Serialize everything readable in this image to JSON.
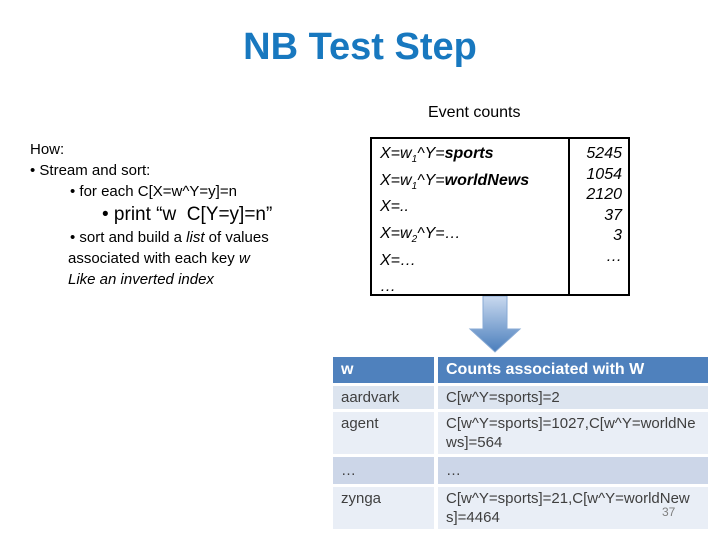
{
  "colors": {
    "title_blue": "#1878bf",
    "header_blue": "#4f81bd",
    "band_a": "#dce4ef",
    "band_b": "#e9eef6",
    "band_c": "#ccd6e8",
    "arrow_light": "#c9d9ef",
    "arrow_dark": "#4a7ebc"
  },
  "slide": {
    "title": "NB Test Step",
    "page_number": "37"
  },
  "labels": {
    "event_counts": "Event counts"
  },
  "how_block": {
    "heading": "How:",
    "stream_line": "• Stream and sort:",
    "foreach_line": "• for each C[X=w^Y=y]=n",
    "print_line": "• print “w  C[Y=y]=n”",
    "sort_line": {
      "pre": "• sort and build a ",
      "italic": "list",
      "post": " of values"
    },
    "assoc_line": {
      "pre": "associated with each key ",
      "italic": "w"
    },
    "inverted_line": "Like an inverted index"
  },
  "event_table": {
    "rows": [
      {
        "pre": "X=w",
        "sub": "1",
        "mid": "^Y=",
        "strong": "sports",
        "count": "5245"
      },
      {
        "pre": "X=w",
        "sub": "1",
        "mid": "^Y=",
        "strong": "worldNews",
        "count": "1054"
      },
      {
        "pre": "X=..",
        "sub": "",
        "mid": "",
        "strong": "",
        "count": "2120"
      },
      {
        "pre": "X=w",
        "sub": "2",
        "mid": "^Y=…",
        "strong": "",
        "count": "37"
      },
      {
        "pre": "X=…",
        "sub": "",
        "mid": "",
        "strong": "",
        "count": "3"
      },
      {
        "pre": "…",
        "sub": "",
        "mid": "",
        "strong": "",
        "count": "…"
      }
    ]
  },
  "counts_table": {
    "headers": [
      "w",
      "Counts associated with W"
    ],
    "rows": [
      {
        "key": "aardvark",
        "value": "C[w^Y=sports]=2"
      },
      {
        "key": "agent",
        "value": "C[w^Y=sports]=1027,C[w^Y=worldNews]=564"
      },
      {
        "key": "…",
        "value": "…"
      },
      {
        "key": "zynga",
        "value": "C[w^Y=sports]=21,C[w^Y=worldNews]=4464"
      }
    ]
  }
}
